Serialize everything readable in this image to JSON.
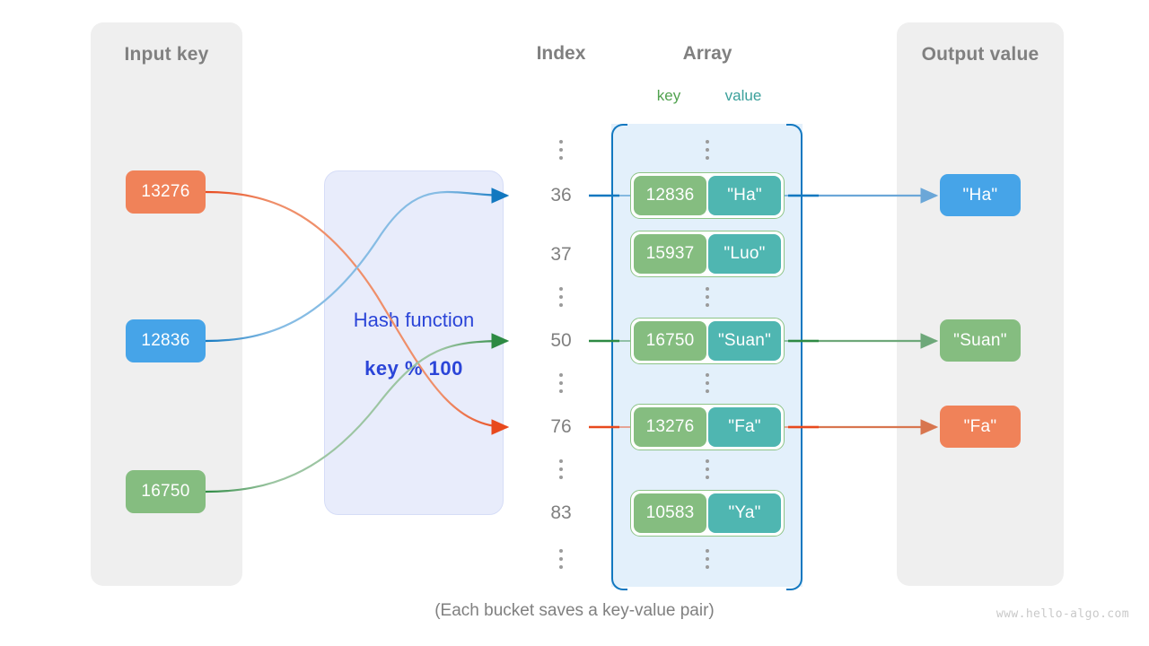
{
  "panels": {
    "input": {
      "title": "Input key"
    },
    "output": {
      "title": "Output value"
    }
  },
  "headings": {
    "index": "Index",
    "array": "Array",
    "key": "key",
    "value": "value"
  },
  "hash": {
    "title": "Hash function",
    "expression": "key % 100"
  },
  "input_keys": [
    {
      "label": "13276",
      "color": "#f08259"
    },
    {
      "label": "12836",
      "color": "#46a4e8"
    },
    {
      "label": "16750",
      "color": "#85bd80"
    }
  ],
  "output_values": [
    {
      "label": "\"Ha\"",
      "color": "#46a4e8"
    },
    {
      "label": "\"Suan\"",
      "color": "#85bd80"
    },
    {
      "label": "\"Fa\"",
      "color": "#f08259"
    }
  ],
  "array": {
    "rows": [
      {
        "type": "ellipsis"
      },
      {
        "type": "bucket",
        "index": "36",
        "key": "12836",
        "value": "\"Ha\""
      },
      {
        "type": "bucket",
        "index": "37",
        "key": "15937",
        "value": "\"Luo\""
      },
      {
        "type": "ellipsis"
      },
      {
        "type": "bucket",
        "index": "50",
        "key": "16750",
        "value": "\"Suan\""
      },
      {
        "type": "ellipsis"
      },
      {
        "type": "bucket",
        "index": "76",
        "key": "13276",
        "value": "\"Fa\""
      },
      {
        "type": "ellipsis"
      },
      {
        "type": "bucket",
        "index": "83",
        "key": "10583",
        "value": "\"Ya\""
      },
      {
        "type": "ellipsis"
      }
    ],
    "key_cell_color": "#85bd80",
    "value_cell_color": "#4fb6b1",
    "container_color": "#e3f0fb",
    "bracket_color": "#1278c0"
  },
  "mappings": [
    {
      "key": "13276",
      "index": "76",
      "value": "\"Fa\"",
      "color": "#e8491d"
    },
    {
      "key": "12836",
      "index": "36",
      "value": "\"Ha\"",
      "color": "#1278c0"
    },
    {
      "key": "16750",
      "index": "50",
      "value": "\"Suan\"",
      "color": "#2d8a43"
    }
  ],
  "caption": "(Each bucket saves a key-value pair)",
  "watermark": "www.hello-algo.com"
}
